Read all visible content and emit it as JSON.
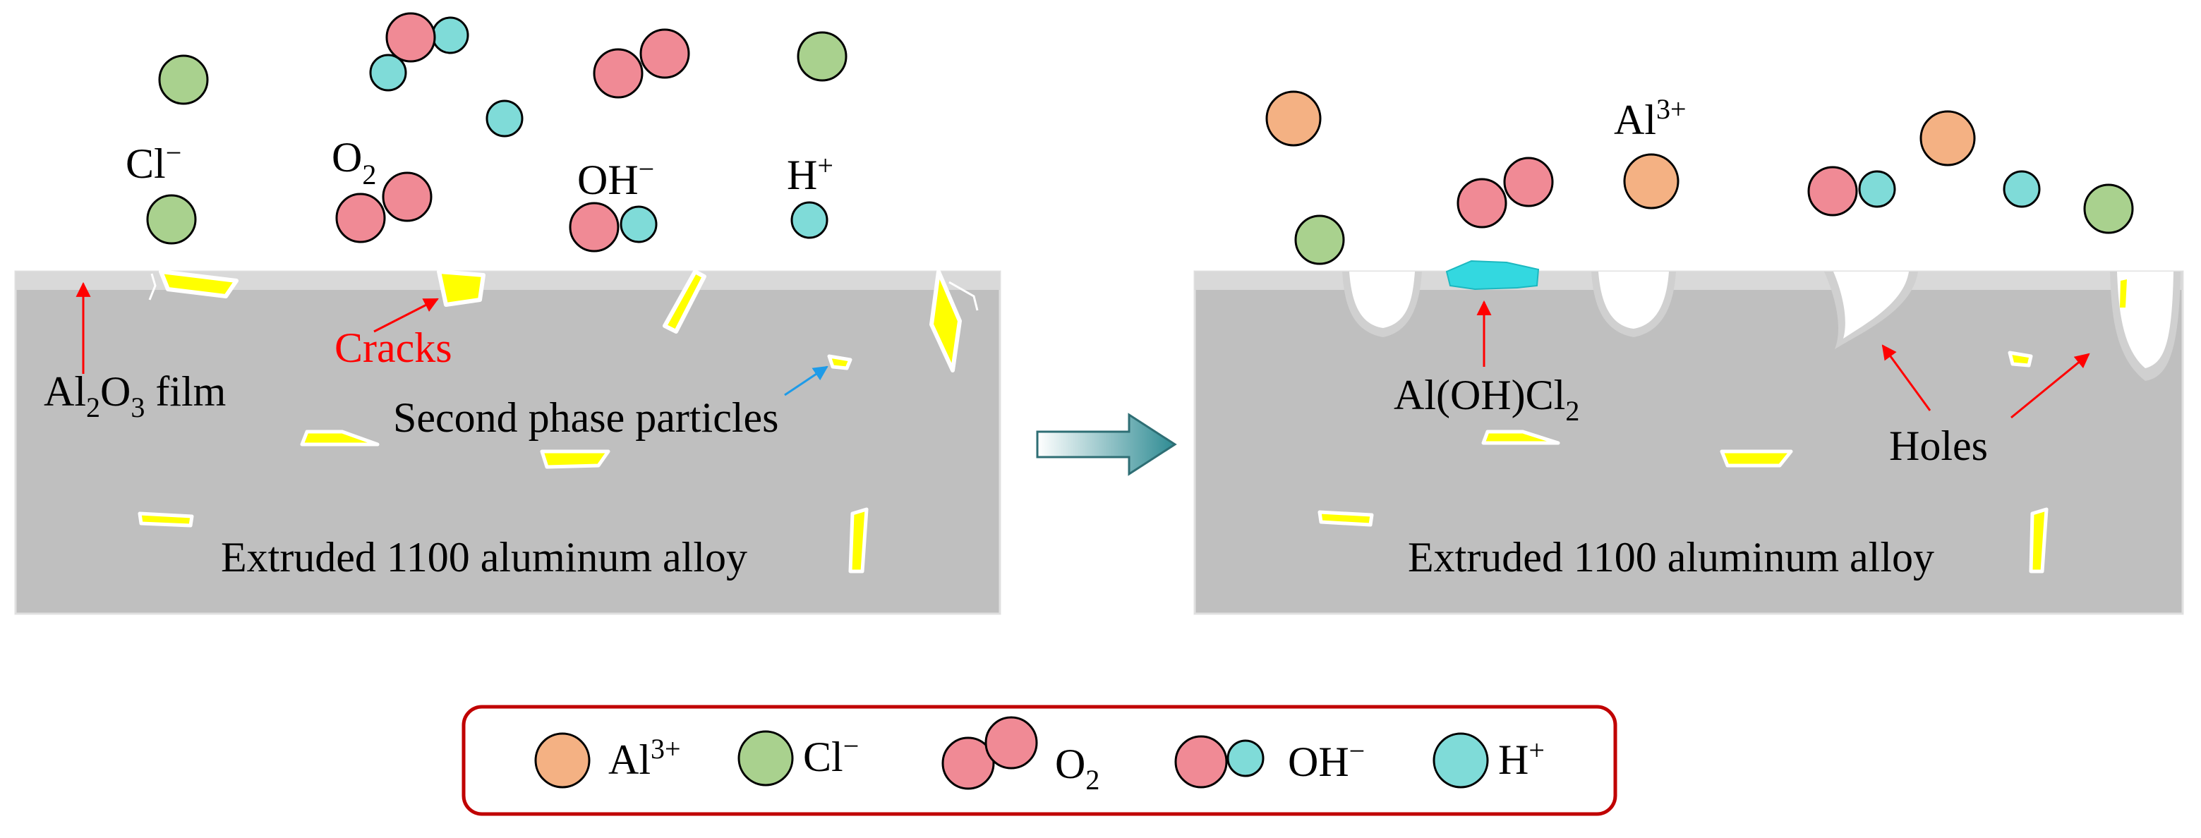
{
  "left_panel": {
    "ions": {
      "cl": "Cl",
      "cl_charge": "−",
      "o2": "O",
      "o2_sub": "2",
      "oh": "OH",
      "oh_charge": "−",
      "h": "H",
      "h_charge": "+"
    },
    "film_label": "Al",
    "film_sub1": "2",
    "film_mid": "O",
    "film_sub2": "3",
    "film_tail": " film",
    "cracks_label": "Cracks",
    "particles_label": "Second phase particles",
    "substrate_label": "Extruded 1100 aluminum alloy"
  },
  "right_panel": {
    "al_ion": "Al",
    "al_charge": "3+",
    "product_label": "Al(OH)Cl",
    "product_sub": "2",
    "holes_label": "Holes",
    "substrate_label": "Extruded 1100 aluminum alloy"
  },
  "legend": {
    "items": [
      {
        "symbol": "Al",
        "charge": "3+"
      },
      {
        "symbol": "Cl",
        "charge": "−"
      },
      {
        "symbol": "O",
        "sub": "2"
      },
      {
        "symbol": "OH",
        "charge": "−"
      },
      {
        "symbol": "H",
        "charge": "+"
      }
    ]
  },
  "colors": {
    "al3plus": "#f4b183",
    "cl_minus": "#a9d18e",
    "oxygen": "#f08a95",
    "hydrogen": "#7fdbd8",
    "substrate": "#bfbfbf",
    "oxide_film": "#d9d9d9",
    "particle": "#ffff00",
    "al_oh_cl2": "#33d8e0",
    "arrow_red": "#ff0000",
    "arrow_blue": "#1e9be8",
    "legend_border": "#c00000"
  }
}
